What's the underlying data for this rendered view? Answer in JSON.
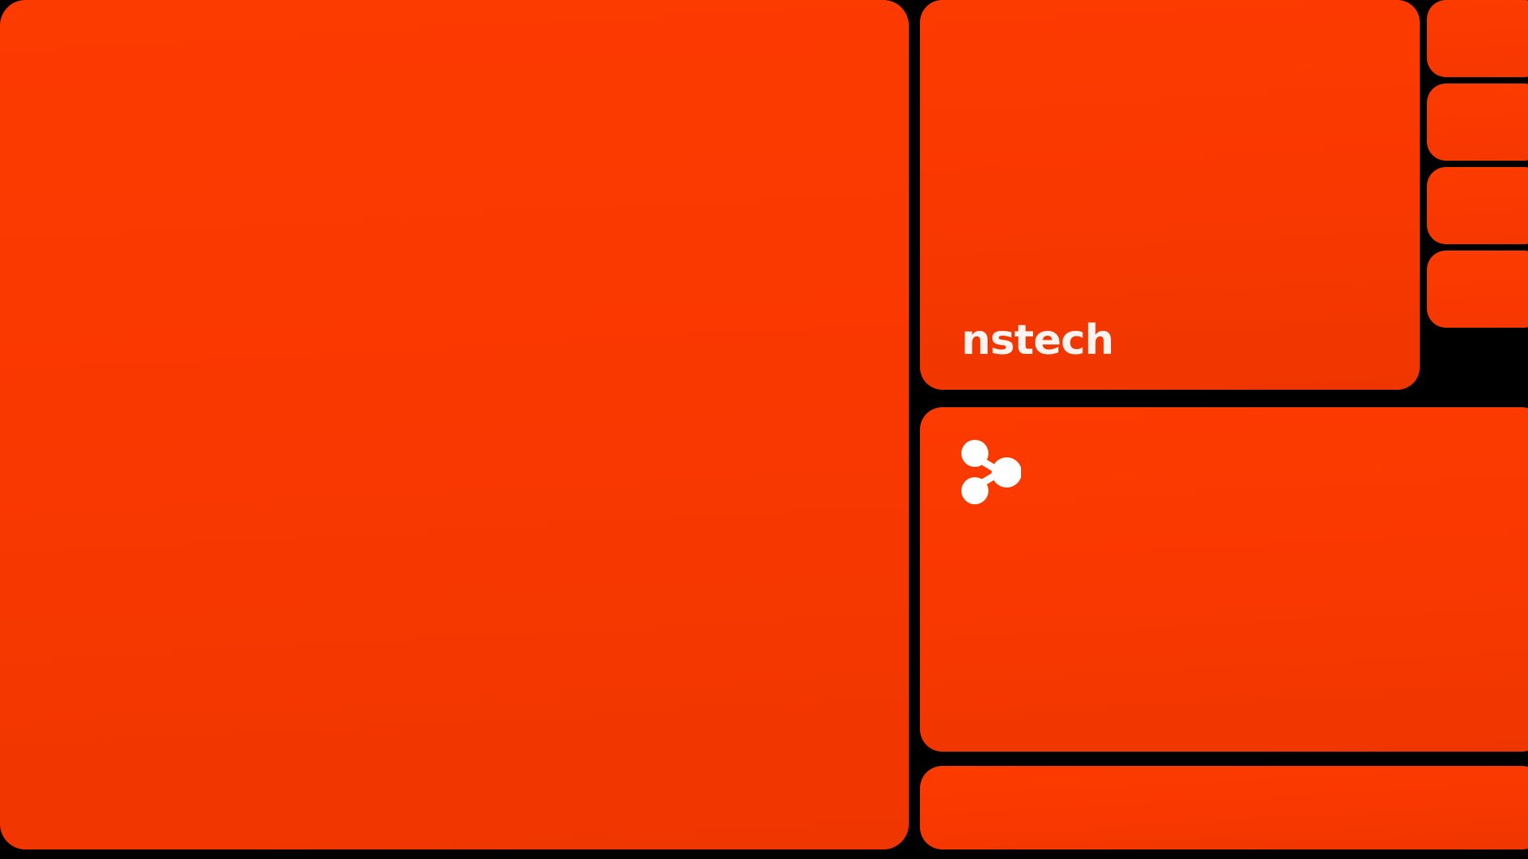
{
  "background": {
    "color": "#000000"
  },
  "brand": {
    "wordmark": "nstech",
    "wordmark_color": "#FDF3F0",
    "accent_color": "#F93800",
    "accent_color_light": "#FC3B00",
    "accent_color_dark": "#F03600"
  },
  "panels": {
    "hero": {
      "name": "hero-panel",
      "label": ""
    },
    "brand": {
      "name": "brand-panel",
      "label": ""
    },
    "icon": {
      "name": "icon-panel",
      "label": ""
    },
    "strip": {
      "name": "strip-panel",
      "label": ""
    }
  },
  "tiles": [
    {
      "label": ""
    },
    {
      "label": ""
    },
    {
      "label": ""
    },
    {
      "label": ""
    }
  ],
  "icons": {
    "network_node": "share-network-icon",
    "node_color": "#FFFFFF"
  }
}
